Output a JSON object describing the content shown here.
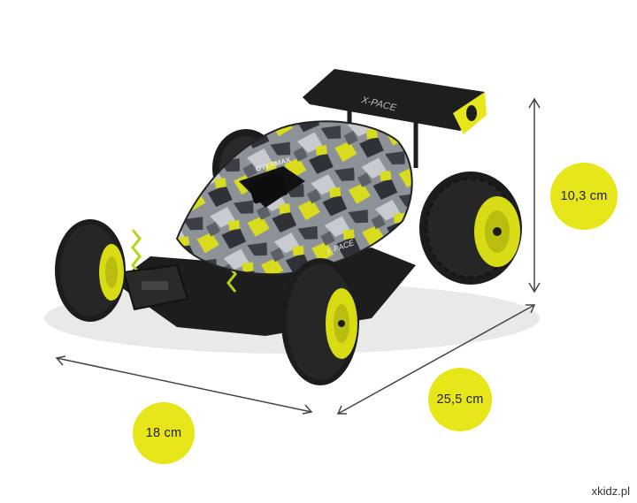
{
  "dimensions": {
    "height": "10,3 cm",
    "width": "18 cm",
    "length": "25,5 cm"
  },
  "product": {
    "brand_text": "OVERMAX",
    "model_text": "X-PACE",
    "wing_text": "X-PACE"
  },
  "watermark": "xkidz.pl",
  "colors": {
    "accent": "#e7e61b",
    "camo_light": "#9aa0a6",
    "camo_dark": "#3a3d42",
    "tire": "#1c1c1c"
  }
}
